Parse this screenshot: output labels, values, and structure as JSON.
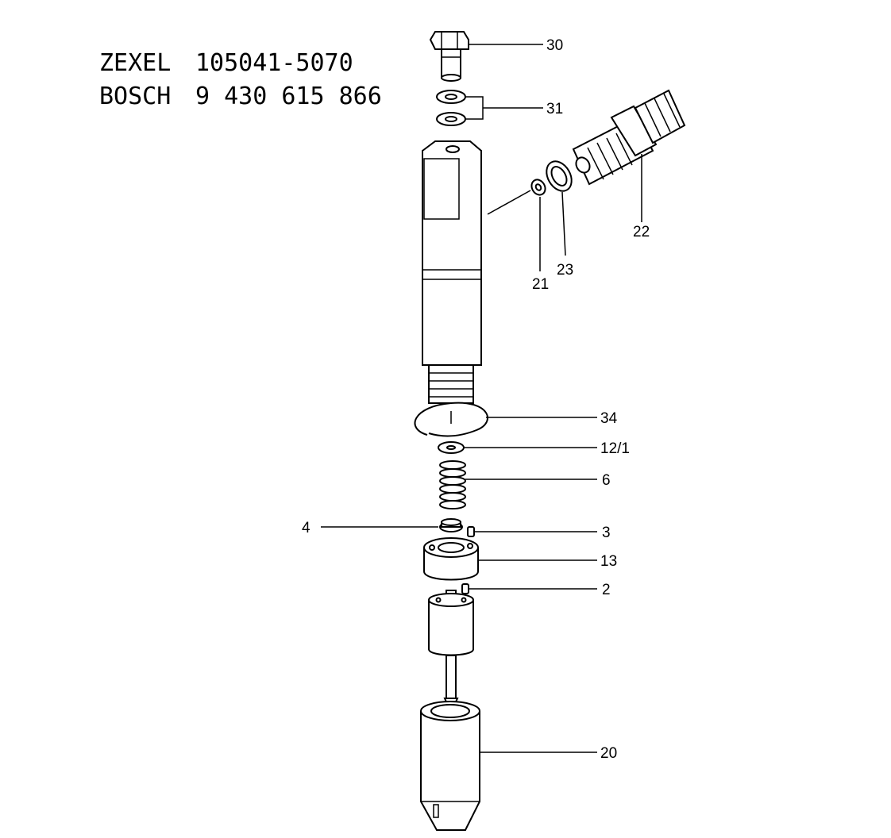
{
  "header": {
    "zexel_brand": "ZEXEL",
    "zexel_number": "105041-5070",
    "bosch_brand": "BOSCH",
    "bosch_number": "9 430 615 866"
  },
  "callouts": {
    "c30": "30",
    "c31": "31",
    "c22": "22",
    "c23": "23",
    "c21": "21",
    "c34": "34",
    "c12_1": "12/1",
    "c6": "6",
    "c4": "4",
    "c3": "3",
    "c13": "13",
    "c2": "2",
    "c20": "20"
  }
}
